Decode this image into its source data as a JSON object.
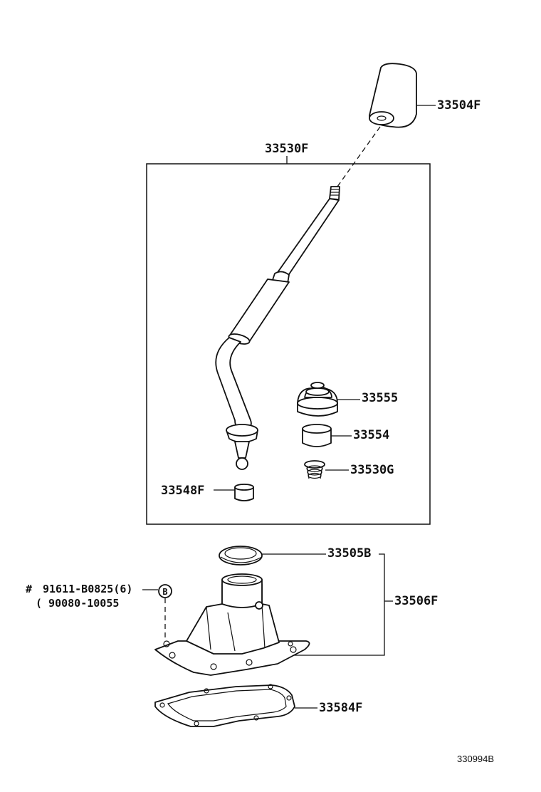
{
  "diagram": {
    "labels": {
      "knob": "33504F",
      "lever_assembly": "33530F",
      "boot": "33555",
      "bushing": "33554",
      "spring": "33530G",
      "lever_seat": "33548F",
      "retainer_seal": "33505B",
      "housing_assembly": "33506F",
      "gasket": "33584F"
    },
    "bolt_reference": {
      "marker": "#",
      "part_number": "91611-B0825(6)",
      "alt_part_number": "( 90080-10055",
      "callout_letter": "B"
    },
    "drawing_id": "330994B"
  }
}
